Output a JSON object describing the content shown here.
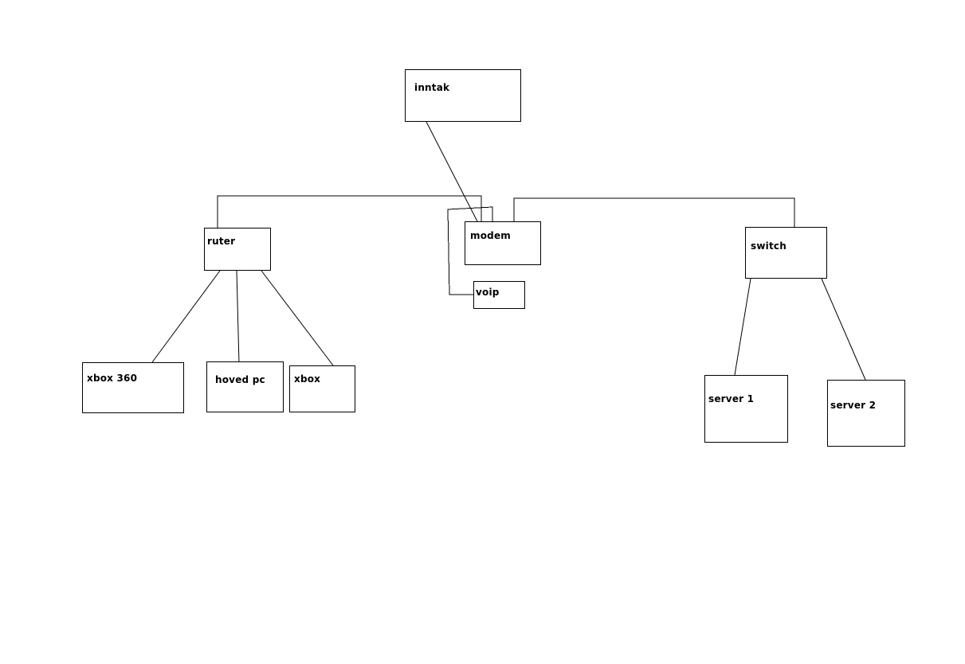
{
  "diagram": {
    "type": "network-topology",
    "line_color": "#000000",
    "background": "#ffffff",
    "nodes": {
      "inntak": "inntak",
      "ruter": "ruter",
      "modem": "modem",
      "voip": "voip",
      "switch": "switch",
      "xbox360": "xbox 360",
      "hovedpc": "hoved pc",
      "xbox": "xbox",
      "server1": "server 1",
      "server2": "server 2"
    },
    "edges": [
      [
        "inntak",
        "modem"
      ],
      [
        "modem",
        "ruter"
      ],
      [
        "modem",
        "voip"
      ],
      [
        "modem",
        "switch"
      ],
      [
        "ruter",
        "xbox360"
      ],
      [
        "ruter",
        "hovedpc"
      ],
      [
        "ruter",
        "xbox"
      ],
      [
        "switch",
        "server1"
      ],
      [
        "switch",
        "server2"
      ]
    ]
  }
}
